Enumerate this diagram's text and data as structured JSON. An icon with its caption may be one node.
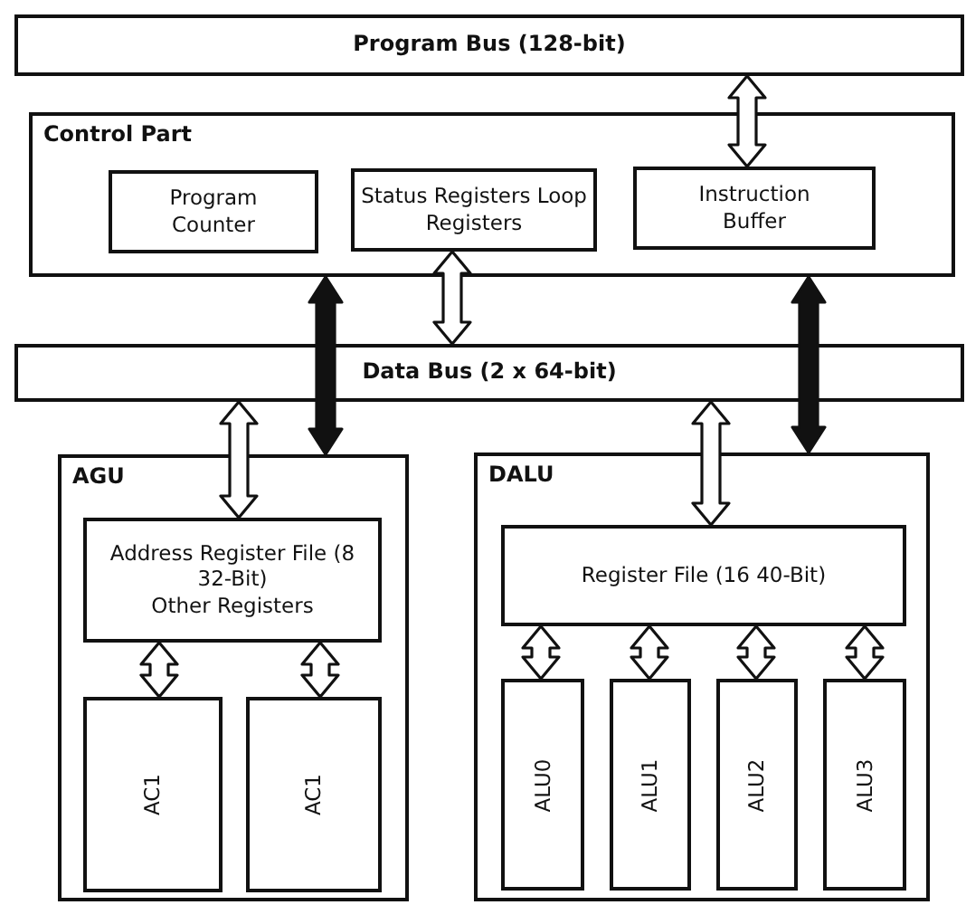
{
  "diagram": {
    "nodes": [
      {
        "text": [
          "Program Bus (128-bit)"
        ]
      },
      {
        "text": [
          "Control Part"
        ]
      },
      {
        "text": [
          "Program Counter"
        ],
        "in": 1
      },
      {
        "text": [
          "Status Registers Loop Registers"
        ],
        "in": 1
      },
      {
        "text": [
          "Instruction Buffer"
        ],
        "in": 1
      },
      {
        "text": [
          "Data Bus (2 x 64-bit)"
        ]
      },
      {
        "text": [
          "AGU"
        ]
      },
      {
        "text": [
          "Address Register File (8 32-Bit)",
          "Other Registers"
        ],
        "in": 6
      },
      {
        "text": [
          "AC1"
        ],
        "in": 6
      },
      {
        "text": [
          "AC1"
        ],
        "in": 6
      },
      {
        "text": [
          "DALU"
        ]
      },
      {
        "text": [
          "Register File (16 40-Bit)"
        ],
        "in": 10
      },
      {
        "text": [
          "ALU0"
        ],
        "in": 10
      },
      {
        "text": [
          "ALU1"
        ],
        "in": 10
      },
      {
        "text": [
          "ALU2"
        ],
        "in": 10
      },
      {
        "text": [
          "ALU3"
        ],
        "in": 10
      }
    ],
    "edges": [
      {
        "from": 0,
        "to": 4,
        "arrow": "both"
      },
      {
        "from": 3,
        "to": 5,
        "arrow": "both"
      },
      {
        "from": 1,
        "to": 6,
        "arrow": "both",
        "style": "thick"
      },
      {
        "from": 1,
        "to": 10,
        "arrow": "both",
        "style": "thick"
      },
      {
        "from": 5,
        "to": 7,
        "arrow": "both"
      },
      {
        "from": 5,
        "to": 11,
        "arrow": "both"
      },
      {
        "from": 7,
        "to": 8,
        "arrow": "both"
      },
      {
        "from": 7,
        "to": 9,
        "arrow": "both"
      },
      {
        "from": 11,
        "to": 12,
        "arrow": "both"
      },
      {
        "from": 11,
        "to": 13,
        "arrow": "both"
      },
      {
        "from": 11,
        "to": 14,
        "arrow": "both"
      },
      {
        "from": 11,
        "to": 15,
        "arrow": "both"
      }
    ]
  }
}
